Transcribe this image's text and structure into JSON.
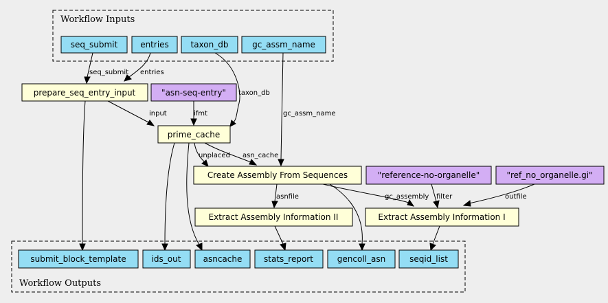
{
  "clusters": {
    "inputs": "Workflow Inputs",
    "outputs": "Workflow Outputs"
  },
  "inputs": {
    "seq_submit": "seq_submit",
    "entries": "entries",
    "taxon_db": "taxon_db",
    "gc_assm_name": "gc_assm_name"
  },
  "params": {
    "asn_seq_entry": "\"asn-seq-entry\"",
    "reference_no_organelle": "\"reference-no-organelle\"",
    "ref_no_organelle_gi": "\"ref_no_organelle.gi\""
  },
  "steps": {
    "prepare_seq_entry_input": "prepare_seq_entry_input",
    "prime_cache": "prime_cache",
    "create_assembly": "Create Assembly From Sequences",
    "extract_info_2": "Extract Assembly Information II",
    "extract_info_1": "Extract Assembly Information I"
  },
  "outputs": {
    "submit_block_template": "submit_block_template",
    "ids_out": "ids_out",
    "asncache": "asncache",
    "stats_report": "stats_report",
    "gencoll_asn": "gencoll_asn",
    "seqid_list": "seqid_list"
  },
  "edge_labels": {
    "seq_submit": "seq_submit",
    "entries": "entries",
    "taxon_db": "taxon_db",
    "input": "input",
    "ifmt": "ifmt",
    "gc_assm_name": "gc_assm_name",
    "unplaced": "unplaced",
    "asn_cache": "asn_cache",
    "asnfile": "asnfile",
    "gc_assembly": "gc_assembly",
    "filter": "filter",
    "outfile": "outfile"
  }
}
